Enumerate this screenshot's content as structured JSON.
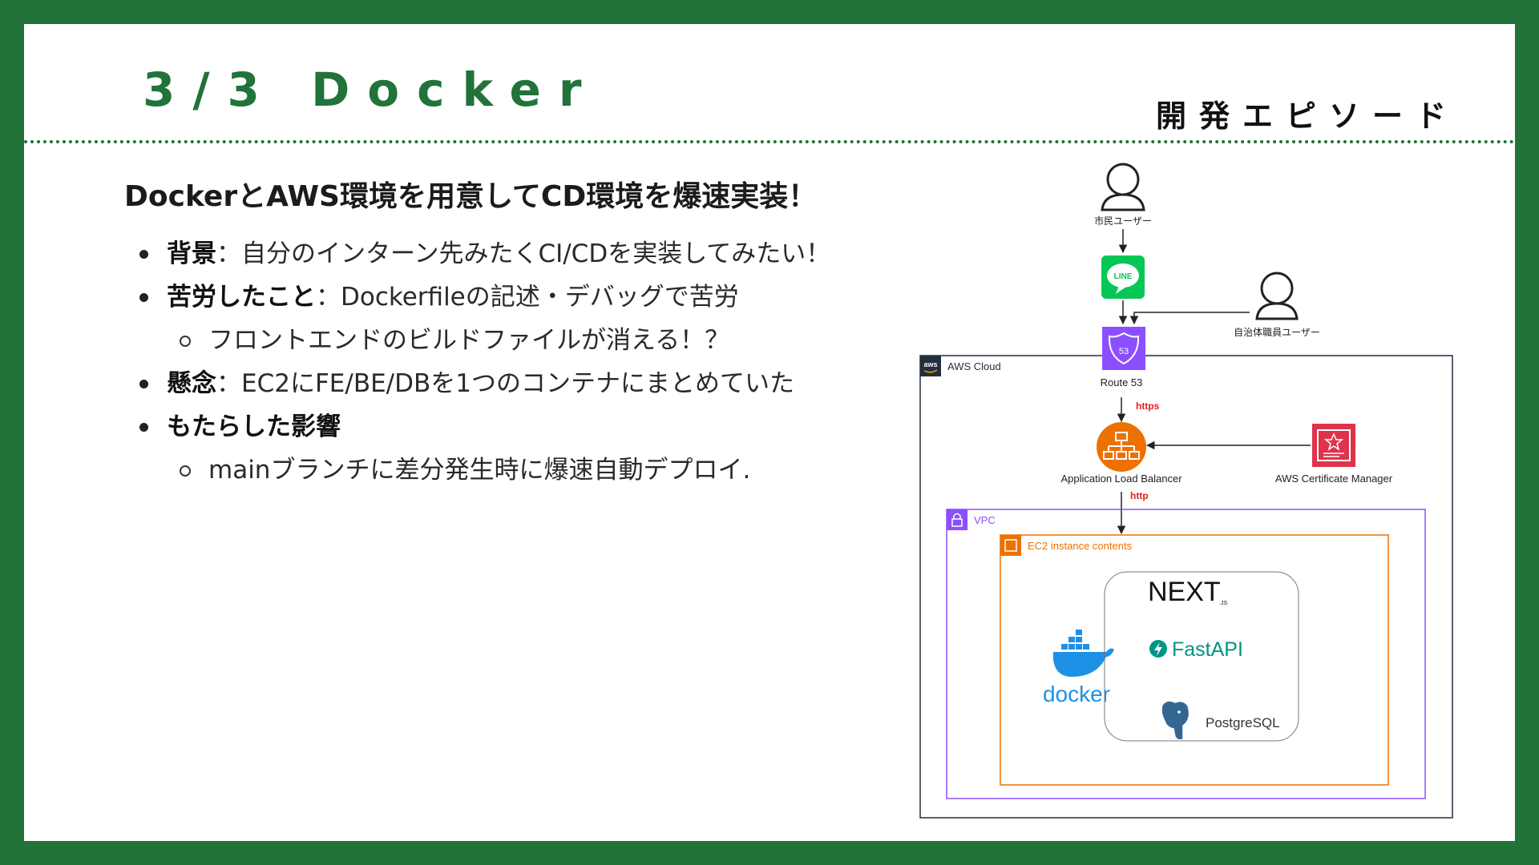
{
  "slide": {
    "title": "3/3 Docker",
    "subtitle": "開発エピソード",
    "heading": "DockerとAWS環境を用意してCD環境を爆速実装！"
  },
  "bullets": [
    {
      "level": 1,
      "label": "背景",
      "sep": "：",
      "text": "自分のインターン先みたくCI/CDを実装してみたい！"
    },
    {
      "level": 1,
      "label": "苦労したこと",
      "sep": "：",
      "text": "Dockerfileの記述・デバッグで苦労"
    },
    {
      "level": 2,
      "label": "",
      "sep": "",
      "text": "フロントエンドのビルドファイルが消える！？"
    },
    {
      "level": 1,
      "label": "懸念",
      "sep": "：",
      "text": "EC2にFE/BE/DBを1つのコンテナにまとめていた"
    },
    {
      "level": 1,
      "label": "もたらした影響",
      "sep": "",
      "text": ""
    },
    {
      "level": 2,
      "label": "",
      "sep": "",
      "text": "mainブランチに差分発生時に爆速自動デプロイ."
    }
  ],
  "diagram": {
    "citizen_user": "市民ユーザー",
    "gov_user": "自治体職員ユーザー",
    "line_logo": "LINE",
    "route53_badge": "53",
    "aws_logo": "aws",
    "aws_cloud": "AWS Cloud",
    "route53": "Route 53",
    "https": "https",
    "alb": "Application Load Balancer",
    "acm": "AWS Certificate Manager",
    "http": "http",
    "vpc": "VPC",
    "ec2": "EC2 instance contents",
    "docker": "docker",
    "next_main": "NEXT",
    "next_sub": ".JS",
    "fastapi": "FastAPI",
    "postgres": "PostgreSQL"
  },
  "colors": {
    "brand_green": "#21733a",
    "line_green": "#06c755",
    "route53_purple": "#8c4fff",
    "alb_orange": "#ed7100",
    "acm_red": "#dd344c",
    "vpc_purple": "#8c4fff",
    "ec2_orange": "#ed7100",
    "docker_blue": "#1d91e6",
    "fastapi_teal": "#009485",
    "arrow_label_red": "#e02020"
  },
  "icons": [
    "user-icon",
    "line-logo-icon",
    "route53-icon",
    "aws-logo-icon",
    "alb-icon",
    "acm-certificate-icon",
    "vpc-lock-icon",
    "ec2-chip-icon",
    "docker-whale-icon",
    "fastapi-bolt-icon",
    "postgresql-elephant-icon"
  ]
}
